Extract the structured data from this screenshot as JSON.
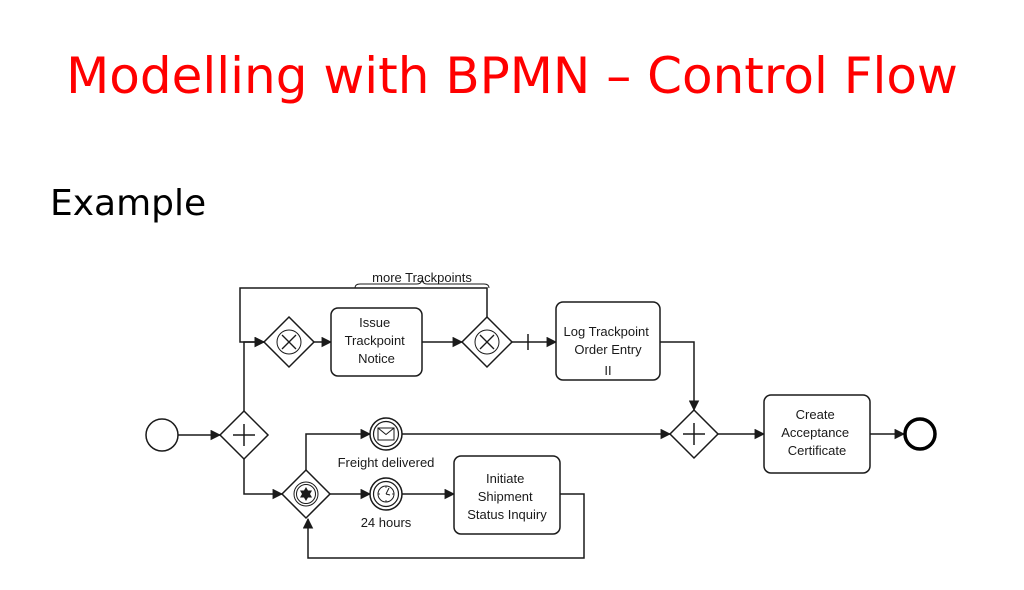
{
  "slide": {
    "title": "Modelling with BPMN – Control Flow",
    "subtitle": "Example"
  },
  "colors": {
    "title": "#ff0000",
    "line": "#1a1a1a",
    "background": "#ffffff"
  },
  "diagram": {
    "tasks": {
      "issue": [
        "Issue",
        "Trackpoint",
        "Notice"
      ],
      "log": [
        "Log Trackpoint",
        "Order Entry"
      ],
      "log_marker": "II",
      "create": [
        "Create",
        "Acceptance",
        "Certificate"
      ],
      "initiate": [
        "Initiate",
        "Shipment",
        "Status Inquiry"
      ]
    },
    "labels": {
      "loop": "more Trackpoints",
      "message_event": "Freight delivered",
      "timer_event": "24 hours"
    },
    "icons": {
      "start": "start-event-icon",
      "parallel": "parallel-gateway-icon",
      "exclusive": "exclusive-gateway-icon",
      "event_based": "event-based-gateway-icon",
      "message": "message-event-icon",
      "timer": "timer-event-icon",
      "end": "end-event-icon"
    }
  }
}
